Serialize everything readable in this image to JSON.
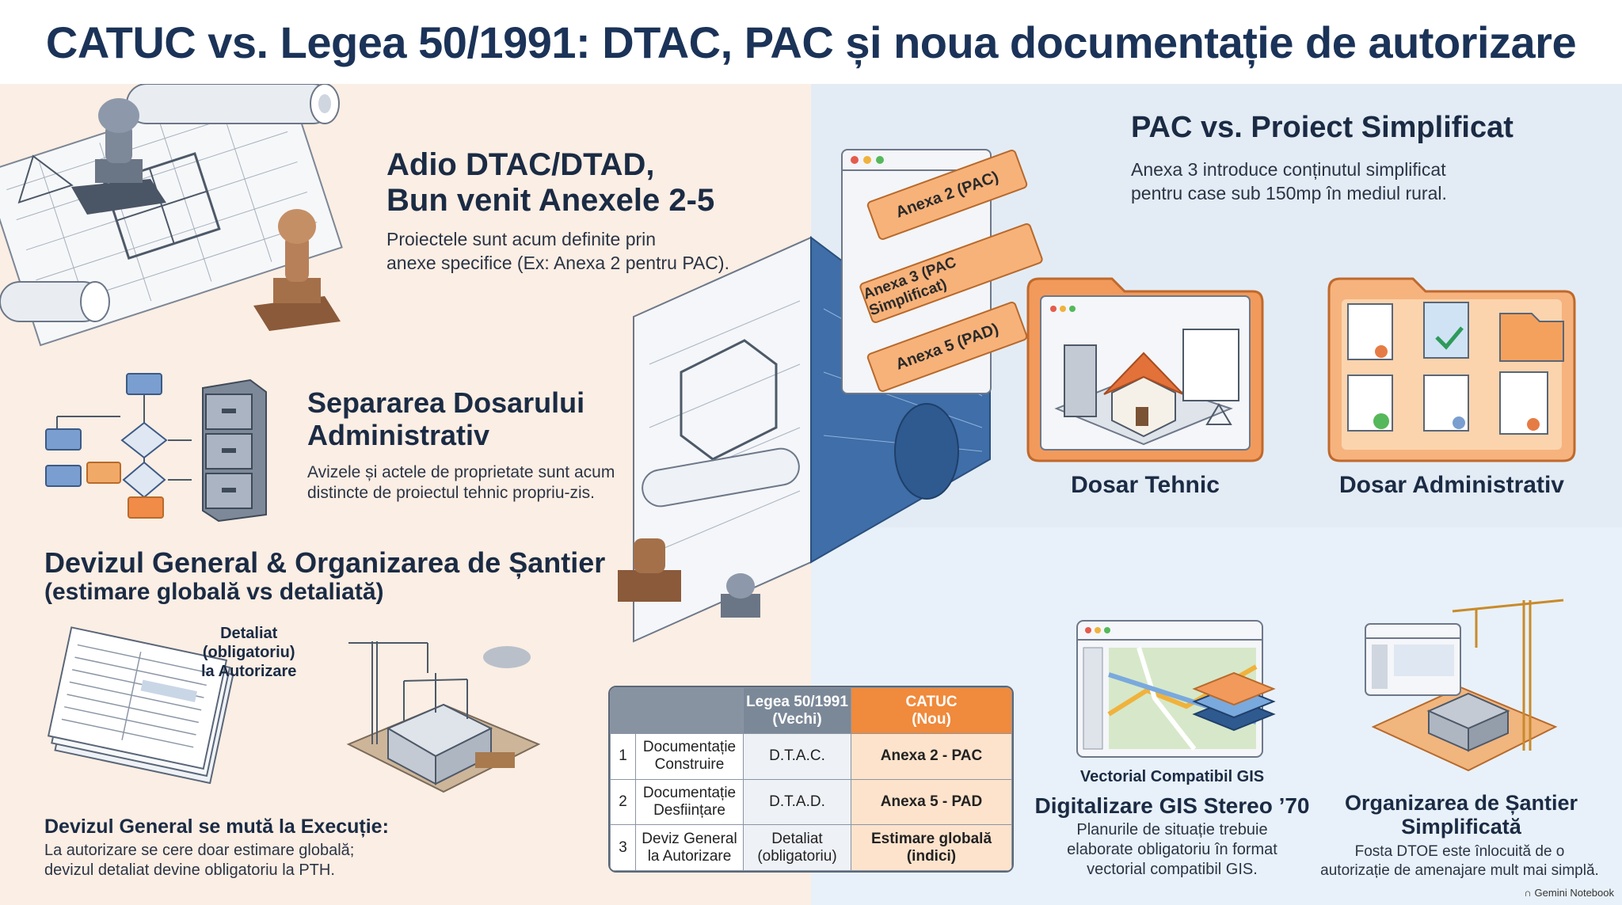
{
  "title": "CATUC vs. Legea 50/1991: DTAC, PAC și noua documentație de autorizare",
  "section_annexes": {
    "heading_line1": "Adio DTAC/DTAD,",
    "heading_line2": "Bun venit Anexele 2-5",
    "body_line1": "Proiectele sunt acum definite prin",
    "body_line2": "anexe specifice (Ex: Anexa 2 pentru PAC)."
  },
  "section_separation": {
    "heading_line1": "Separarea Dosarului",
    "heading_line2": "Administrativ",
    "body_line1": "Avizele și actele de proprietate sunt acum",
    "body_line2": "distincte de proiectul tehnic propriu-zis."
  },
  "section_deviz": {
    "heading_line1": "Devizul General & Organizarea de Șantier",
    "heading_line2": "(estimare globală vs detaliată)",
    "callout_line1": "Detaliat",
    "callout_line2": "(obligatoriu)",
    "callout_line3": "la Autorizare",
    "sub_heading": "Devizul General se mută la Execuție:",
    "body_line1": "La autorizare se cere doar estimare globală;",
    "body_line2": "devizul detaliat devine obligatoriu la PTH."
  },
  "annex_tabs": [
    "Anexa 2 (PAC)",
    "Anexa 3 (PAC Simplificat)",
    "Anexa 5 (PAD)"
  ],
  "section_pac": {
    "heading": "PAC vs. Proiect Simplificat",
    "body_line1": "Anexa 3 introduce conținutul simplificat",
    "body_line2": "pentru case sub 150mp în mediul rural."
  },
  "dosar_tehnic": "Dosar Tehnic",
  "dosar_administrativ": "Dosar Administrativ",
  "table": {
    "header_old_line1": "Legea 50/1991",
    "header_old_line2": "(Vechi)",
    "header_new_line1": "CATUC",
    "header_new_line2": "(Nou)",
    "rows": [
      {
        "num": "1",
        "label_line1": "Documentație",
        "label_line2": "Construire",
        "old": "D.T.A.C.",
        "old_line2": "",
        "new": "Anexa 2 - PAC",
        "new_line2": ""
      },
      {
        "num": "2",
        "label_line1": "Documentație",
        "label_line2": "Desființare",
        "old": "D.T.A.D.",
        "old_line2": "",
        "new": "Anexa 5 - PAD",
        "new_line2": ""
      },
      {
        "num": "3",
        "label_line1": "Deviz General",
        "label_line2": "la Autorizare",
        "old": "Detaliat",
        "old_line2": "(obligatoriu)",
        "new": "Estimare globală",
        "new_line2": "(indici)"
      }
    ]
  },
  "section_gis": {
    "caption": "Vectorial Compatibil GIS",
    "heading": "Digitalizare GIS Stereo ’70",
    "body_line1": "Planurile de situație trebuie",
    "body_line2": "elaborate obligatoriu în format",
    "body_line3": "vectorial compatibil GIS."
  },
  "section_santier": {
    "heading_line1": "Organizarea de Șantier",
    "heading_line2": "Simplificată",
    "body_line1": "Fosta DTOE este înlocuită de o",
    "body_line2": "autorizație de amenajare mult mai simplă."
  },
  "footer": "Gemini Notebook",
  "colors": {
    "title": "#1b3358",
    "left_bg": "#fbeee4",
    "right_bg": "#e3ecf5",
    "accent_orange": "#f08a3c",
    "blueprint_blue": "#3f6ea8"
  },
  "icons": [
    "stamp-icon",
    "blueprint-roll-icon",
    "flowchart-icon",
    "filing-cabinet-icon",
    "document-stack-icon",
    "crane-icon",
    "folder-icon",
    "house-icon",
    "gis-layers-icon",
    "map-icon"
  ]
}
